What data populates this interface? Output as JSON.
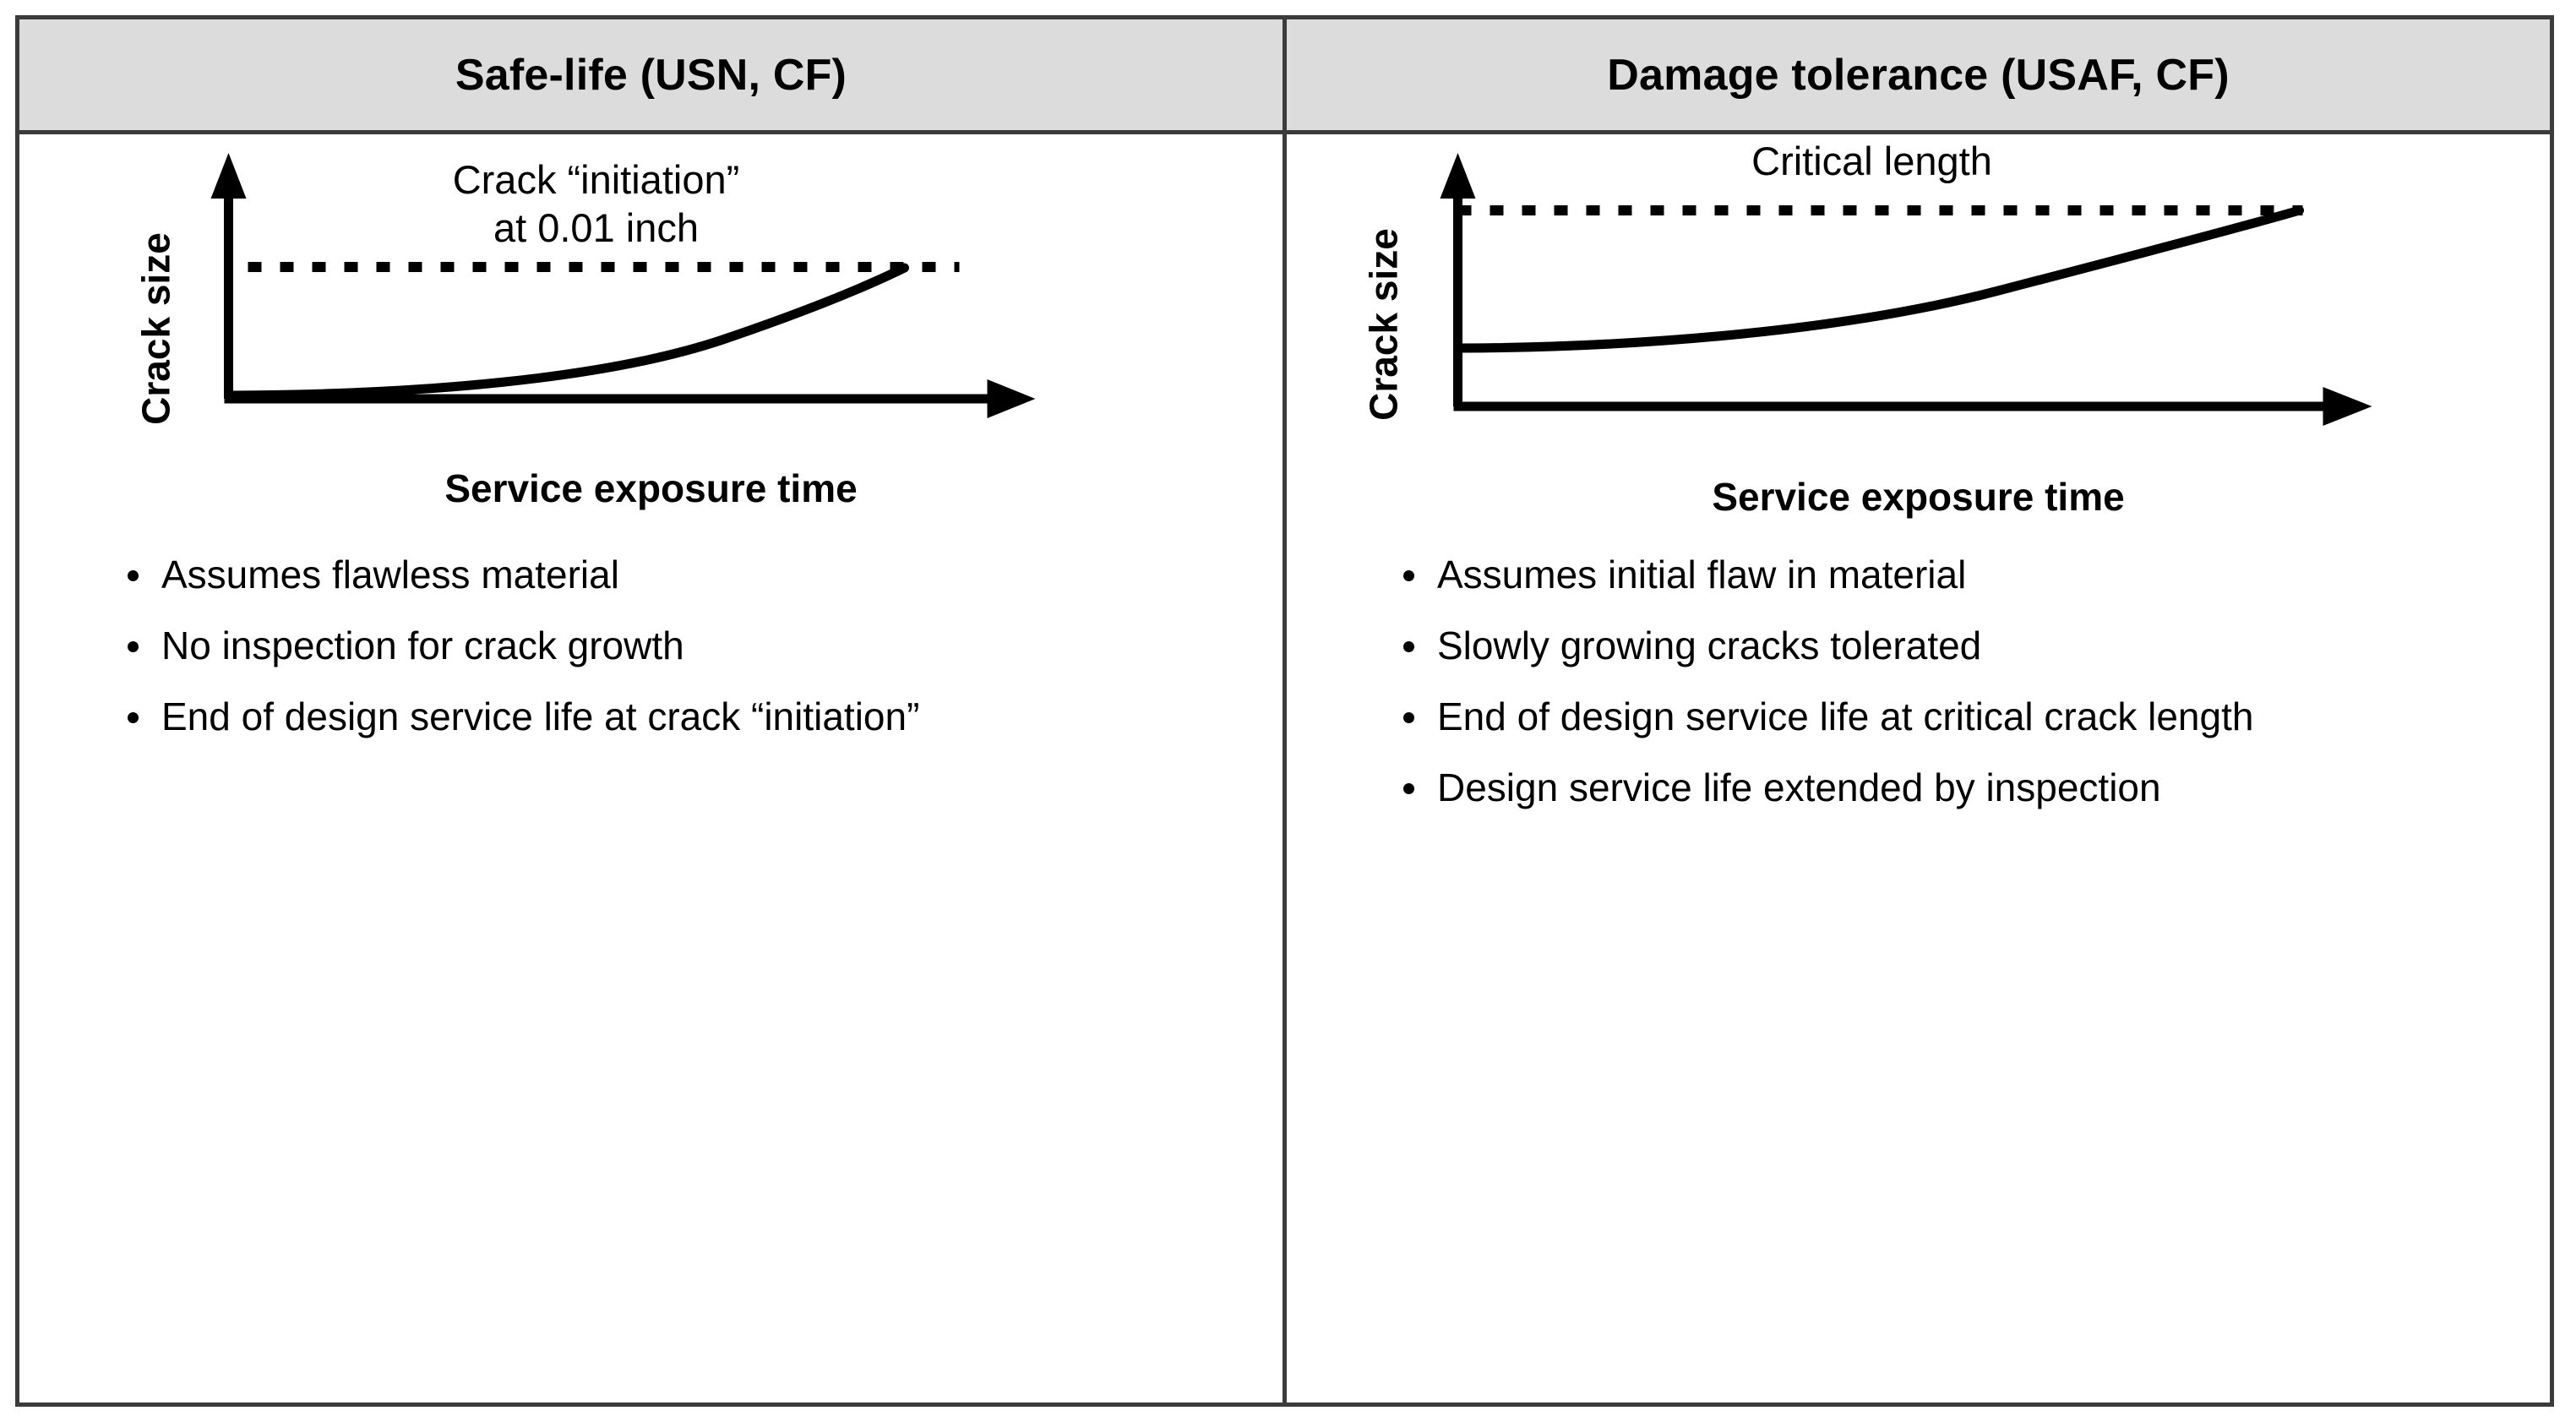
{
  "table": {
    "columns": [
      {
        "id": "safe-life",
        "header": "Safe-life (USN, CF)",
        "chart": {
          "ylabel": "Crack size",
          "xlabel": "Service exposure time",
          "annotation_line1": "Crack “initiation”",
          "annotation_line2": "at 0.01 inch"
        },
        "bullets": [
          "Assumes flawless material",
          "No inspection for crack growth",
          "End of design service life at crack “initiation”"
        ]
      },
      {
        "id": "damage-tolerance",
        "header": "Damage tolerance (USAF, CF)",
        "chart": {
          "ylabel": "Crack size",
          "xlabel": "Service exposure time",
          "annotation_line1": "Critical length",
          "annotation_line2": ""
        },
        "bullets": [
          "Assumes initial flaw in material",
          "Slowly growing cracks tolerated",
          "End of design service life at critical crack length",
          "Design service life extended by inspection"
        ]
      }
    ]
  },
  "chart_data": [
    {
      "type": "line",
      "title": "Safe-life (USN, CF)",
      "xlabel": "Service exposure time",
      "ylabel": "Crack size",
      "xlim": [
        0,
        1
      ],
      "ylim": [
        0,
        1
      ],
      "grid": false,
      "legend": "none",
      "axis_ticks": "none",
      "annotations": [
        {
          "text": "Crack “initiation” at 0.01 inch",
          "type": "threshold-label",
          "y": 0.72
        }
      ],
      "reference_lines": [
        {
          "name": "crack-initiation-threshold",
          "style": "dashed",
          "orientation": "horizontal",
          "y": 0.72,
          "x_start": 0.02,
          "x_end": 0.98
        }
      ],
      "series": [
        {
          "name": "crack growth",
          "style": "solid",
          "x": [
            0.0,
            0.1,
            0.2,
            0.3,
            0.4,
            0.5,
            0.6,
            0.7,
            0.8,
            0.88,
            0.93
          ],
          "y": [
            0.0,
            0.0,
            0.01,
            0.02,
            0.04,
            0.08,
            0.14,
            0.24,
            0.4,
            0.56,
            0.72
          ]
        }
      ]
    },
    {
      "type": "line",
      "title": "Damage tolerance (USAF, CF)",
      "xlabel": "Service exposure time",
      "ylabel": "Crack size",
      "xlim": [
        0,
        1
      ],
      "ylim": [
        0,
        1
      ],
      "grid": false,
      "legend": "none",
      "axis_ticks": "none",
      "annotations": [
        {
          "text": "Critical length",
          "type": "threshold-label",
          "y": 0.88
        }
      ],
      "reference_lines": [
        {
          "name": "critical-length-threshold",
          "style": "dashed",
          "orientation": "horizontal",
          "y": 0.88,
          "x_start": 0.0,
          "x_end": 0.97
        }
      ],
      "series": [
        {
          "name": "crack growth from initial flaw",
          "style": "solid",
          "x": [
            0.0,
            0.1,
            0.2,
            0.3,
            0.4,
            0.5,
            0.6,
            0.7,
            0.8,
            0.9,
            0.96
          ],
          "y": [
            0.11,
            0.11,
            0.12,
            0.14,
            0.18,
            0.24,
            0.33,
            0.45,
            0.6,
            0.78,
            0.88
          ]
        }
      ]
    }
  ],
  "colors": {
    "header_background": "#dcdcdc",
    "border": "#3b3b3b",
    "ink": "#000000",
    "page_background": "#ffffff"
  }
}
